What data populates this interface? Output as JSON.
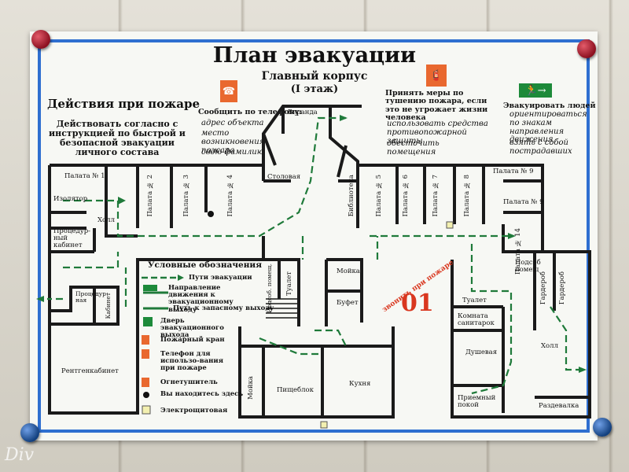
{
  "title": "План эвакуации",
  "subtitle": "Главный корпус",
  "floor": "(I этаж)",
  "left_header": "Действия при пожаре",
  "left_text": "Действовать согласно с инструкцией по быстрой и безопасной эвакуации личного состава",
  "phone_block": {
    "title": "Сообщить по телефону:",
    "items": [
      "адрес объекта",
      "место возникновения пожара",
      "свою фамилию"
    ]
  },
  "fire_block": {
    "title": "Принять меры по тушению пожара, если это не угрожает жизни человека",
    "items": [
      "использовать средства противопожарной защиты",
      "обесточить помещения"
    ]
  },
  "evac_block": {
    "title": "Эвакуировать людей",
    "items": [
      "ориентироваться по знакам направления движения",
      "взять с собой пострадавших"
    ]
  },
  "rooms": {
    "veranda": "Веранда",
    "ward1": "Палата № 1",
    "ward2": "Палата № 2",
    "ward3": "Палата № 3",
    "ward4": "Палата № 4",
    "ward5": "Палата № 5",
    "ward6": "Палата № 6",
    "ward7": "Палата № 7",
    "ward8": "Палата № 8",
    "ward9a": "Палата № 9",
    "ward9b": "Палата № 9",
    "ward14": "Палата № 14",
    "isolator": "Изолятор",
    "hall1": "Холл",
    "proc": "Процедур-ный кабинет",
    "diner": "Столовая",
    "library": "Библиотека",
    "util1": "Подсоб. помещ.",
    "toilet1": "Туалет",
    "sink1": "Мойка",
    "buffet": "Буфет",
    "util2": "Подсоб помещ",
    "wardrobe1": "Гардероб",
    "wardrobe2": "Гардероб",
    "toilet2": "Туалет",
    "sanroom": "Комната санитарок",
    "shower": "Душевая",
    "hall2": "Холл",
    "reception": "Приемный покой",
    "changing": "Раздевалка",
    "xray": "Рентгенкабинет",
    "manip": "Процедур-ная",
    "cabinet": "Кабинет",
    "sink2": "Мойка",
    "foodblock": "Пищеблок",
    "kitchen": "Кухня"
  },
  "call": {
    "text": "звонить при пожаре",
    "number": "01"
  },
  "legend": {
    "title": "Условные обозначения",
    "items": [
      "Пути эвакуации",
      "Направление движения к эвакуационному выходу",
      "Путь к запасному выходу",
      "Дверь эвакуационного выхода",
      "Пожарный кран",
      "Телефон для использо-вания при пожаре",
      "Огнетушитель",
      "Вы находитесь здесь",
      "Электрощитовая"
    ]
  },
  "watermark": "Div",
  "colors": {
    "frame": "#2f6fd0",
    "walls": "#1a1a1a",
    "route": "#1f7a3a",
    "accent": "#e9682f",
    "call": "#d9371f"
  }
}
